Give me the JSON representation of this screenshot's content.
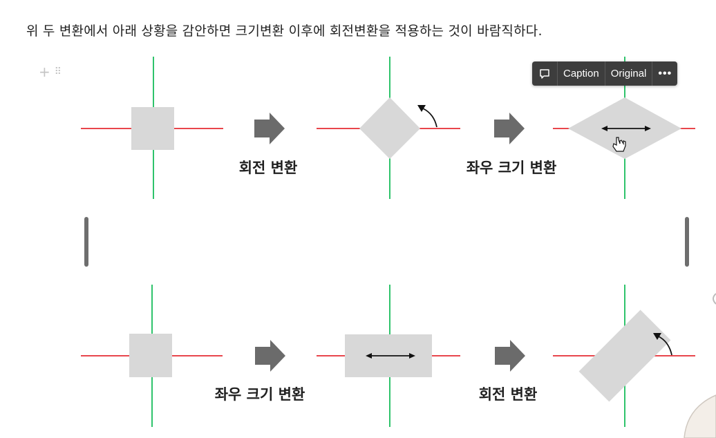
{
  "intro_text": "위 두 변환에서 아래 상황을 감안하면 크기변환 이후에 회전변환을 적용하는 것이 바람직하다.",
  "block_handle": {
    "add": "+",
    "grip": "⠿"
  },
  "toolbar": {
    "comment_icon": "comment-icon",
    "caption_label": "Caption",
    "original_label": "Original",
    "more_label": "•••"
  },
  "diagram": {
    "row1": {
      "label1": "회전 변환",
      "label2": "좌우 크기 변환"
    },
    "row2": {
      "label1": "좌우 크기 변환",
      "label2": "회전 변환"
    }
  },
  "colors": {
    "x_axis": "#e8454b",
    "y_axis": "#2ec36b",
    "shape": "#d8d8d8",
    "arrow": "#6b6b6b"
  }
}
